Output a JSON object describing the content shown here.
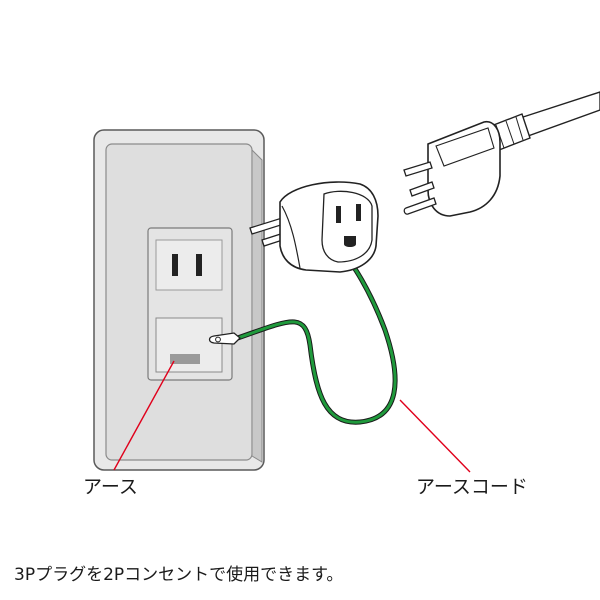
{
  "labels": {
    "earth": "アース",
    "earth_cord": "アースコード"
  },
  "caption": "3Pプラグを2Pコンセントで使用できます。",
  "colors": {
    "wall_plate_fill": "#dcdcdc",
    "wall_plate_stroke": "#333333",
    "earth_cord": "#1f9a3c",
    "leader_line": "#e0001b",
    "earth_terminal_mark": "#9a9a9a",
    "outline": "#222222"
  }
}
